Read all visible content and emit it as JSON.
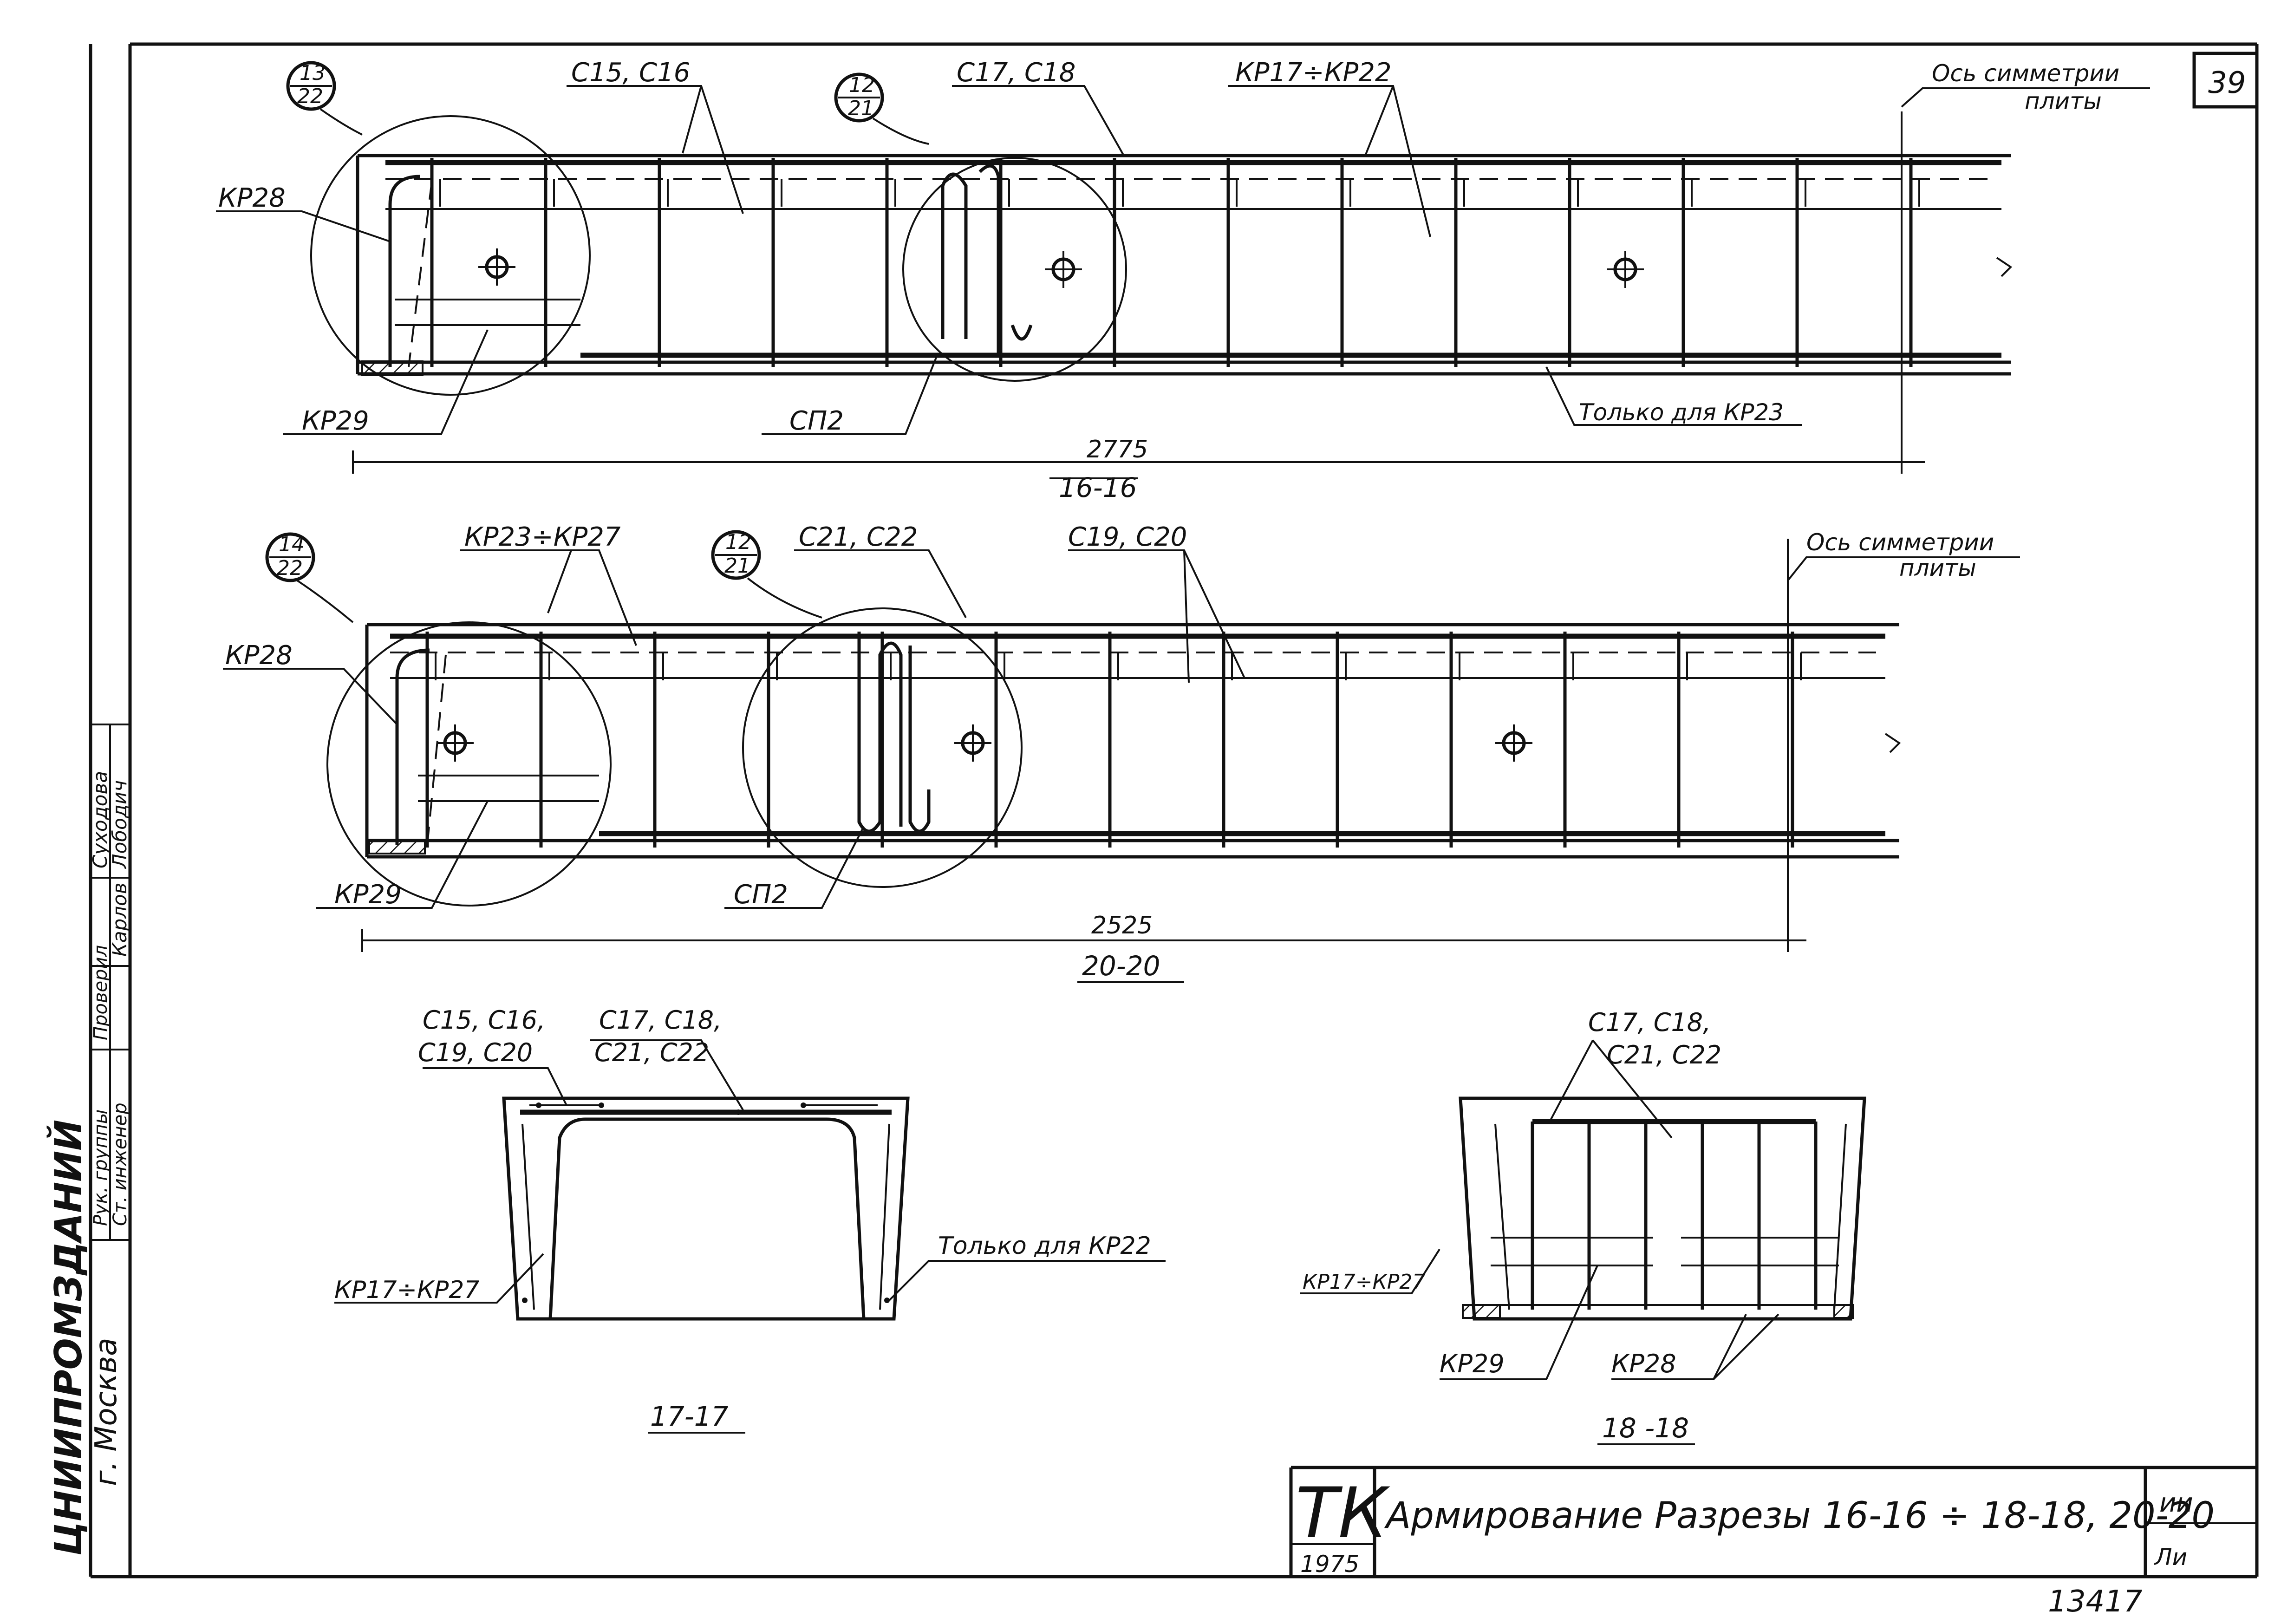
{
  "sheet": {
    "sheet_number": "39",
    "archive_number": "13417"
  },
  "organization": {
    "name": "ЦНИИПРОМЗДАНИЙ",
    "city": "г. Москва"
  },
  "signatures": {
    "roles": [
      "Рук. группы",
      "Ст. инженер",
      "Проверил"
    ],
    "names": [
      "Суходова",
      "Лободич",
      "Карлов"
    ]
  },
  "title_block": {
    "series_code": "ТК",
    "year": "1975",
    "title": "Армирование  Разрезы 16-16 ÷ 18-18, 20-20",
    "sheet_mark": "ии",
    "sheet_mark2": "Ли"
  },
  "section_16": {
    "name": "16-16",
    "dimension": "2775",
    "callout_1": {
      "top": "13",
      "bottom": "22"
    },
    "callout_2": {
      "top": "12",
      "bottom": "21"
    },
    "labels": {
      "c15_c16": "С15, С16",
      "c17_c18": "С17, С18",
      "kp17_kp22": "КР17÷КР22",
      "axis": "Ось симметрии",
      "axis2": "плиты",
      "kp28": "КР28",
      "kp29": "КР29",
      "sp2": "СП2",
      "only": "Только для КР23"
    }
  },
  "section_20": {
    "name": "20-20",
    "dimension": "2525",
    "callout_1": {
      "top": "14",
      "bottom": "22"
    },
    "callout_2": {
      "top": "12",
      "bottom": "21"
    },
    "labels": {
      "kp23_kp27": "КР23÷КР27",
      "c21_c22": "С21, С22",
      "c19_c20": "С19, С20",
      "axis": "Ось симметрии",
      "axis2": "плиты",
      "kp28": "КР28",
      "kp29": "КР29",
      "sp2": "СП2"
    }
  },
  "section_17": {
    "name": "17-17",
    "labels": {
      "top_left_1": "С15, С16,",
      "top_left_2": "С19, С20",
      "top_right_1": "С17, С18,",
      "top_right_2": "С21, С22",
      "only": "Только для КР22",
      "kp": "КР17÷КР27"
    }
  },
  "section_18": {
    "name": "18 -18",
    "labels": {
      "top_1": "С17, С18,",
      "top_2": "С21, С22",
      "kp": "КР17÷КР27",
      "kp29": "КР29",
      "kp28": "КР28"
    }
  }
}
